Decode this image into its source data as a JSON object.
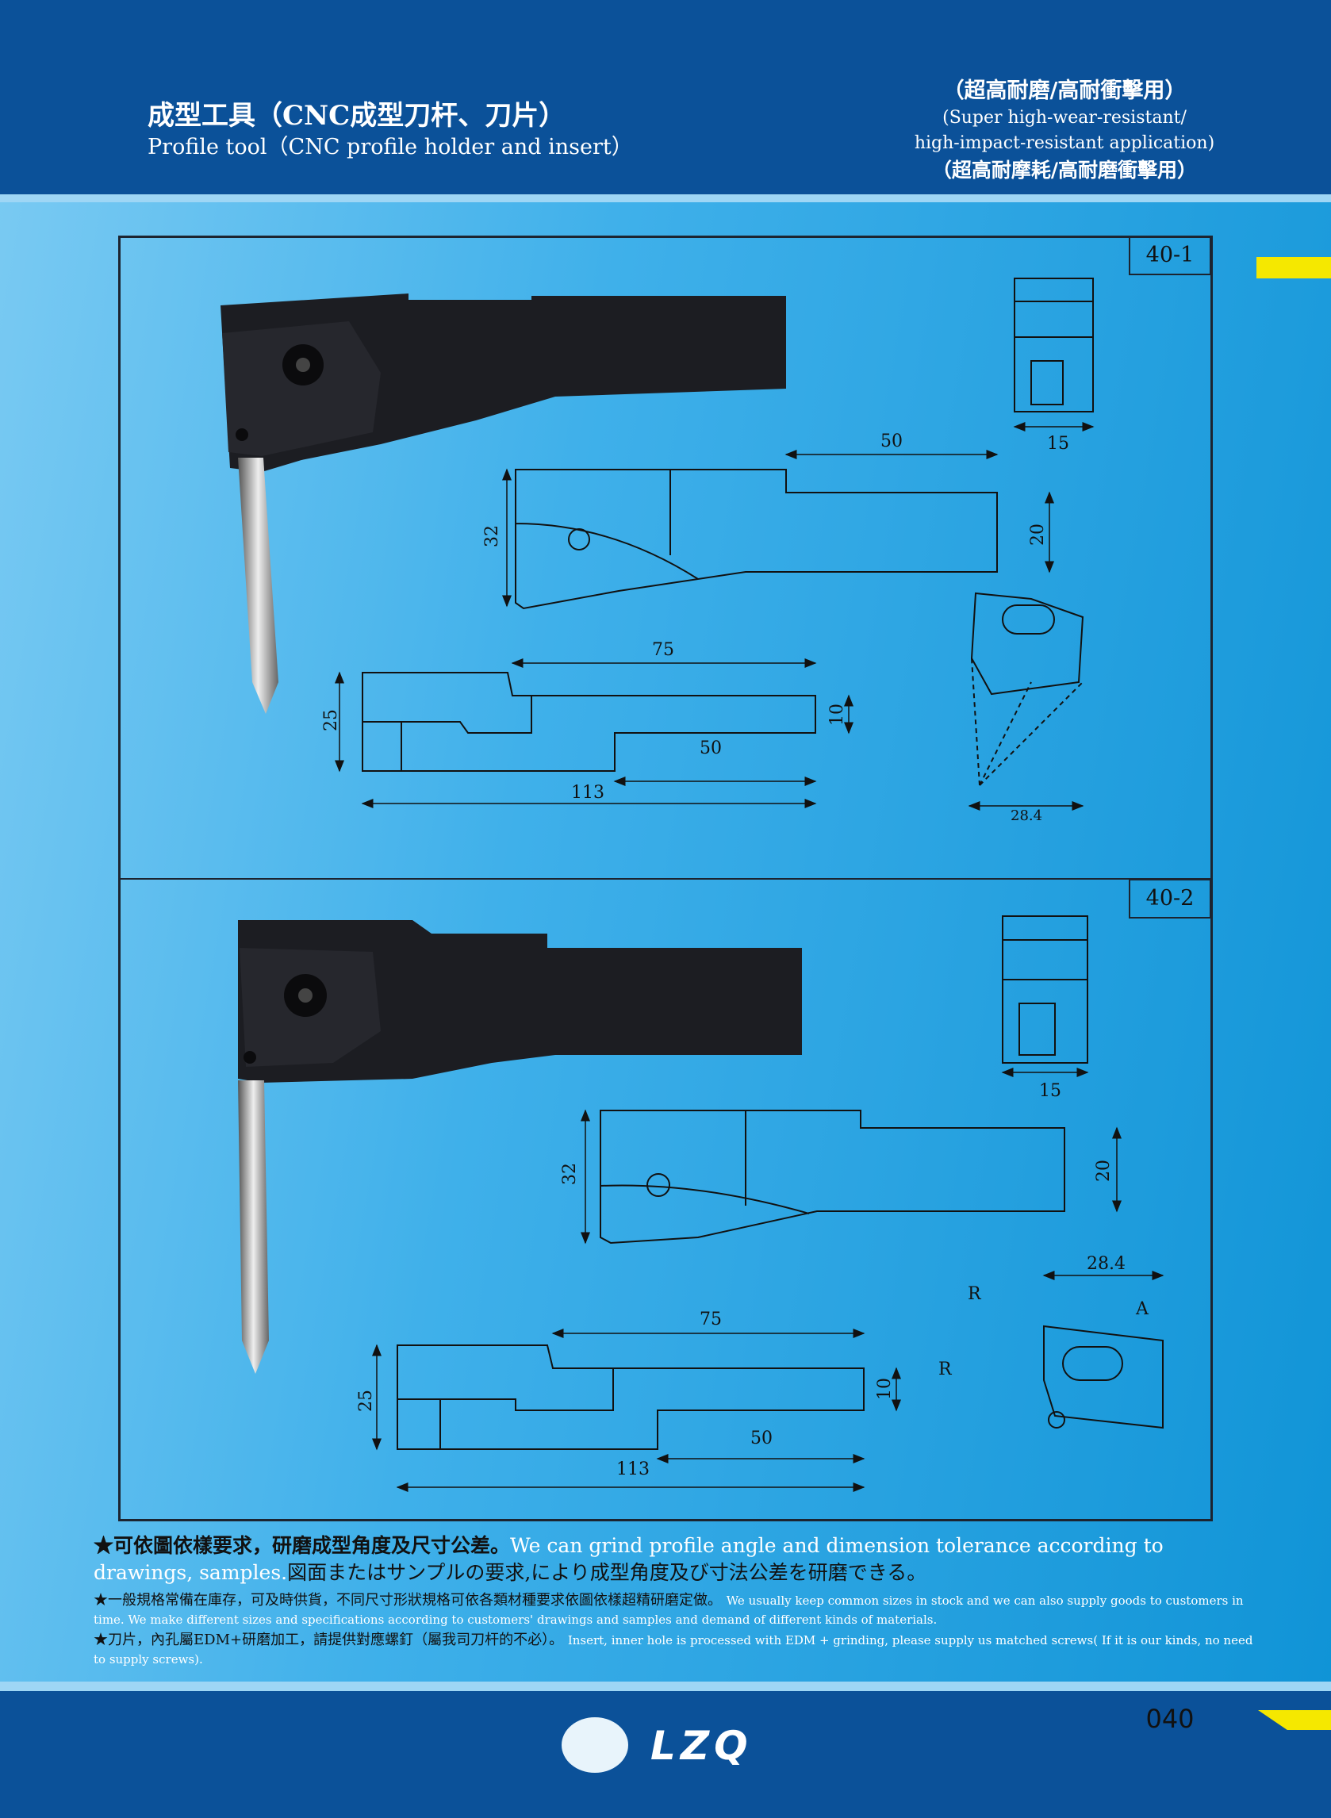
{
  "header": {
    "title_cn": "成型工具（CNC成型刀杆、刀片）",
    "title_en": "Profile tool（CNC profile holder and insert）",
    "right_line1": "（超高耐磨/高耐衝擊用）",
    "right_line2": "(Super high-wear-resistant/",
    "right_line3": "high-impact-resistant application)",
    "right_line4": "（超高耐摩耗/高耐磨衝擊用）"
  },
  "sections": [
    {
      "label": "40-1",
      "dims": {
        "d50_top": "50",
        "d32": "32",
        "d20": "20",
        "d75": "75",
        "d15": "15",
        "d25": "25",
        "d10": "10",
        "d50_bottom": "50",
        "d113": "113",
        "d28_4": "28.4"
      }
    },
    {
      "label": "40-2",
      "dims": {
        "d15": "15",
        "d32": "32",
        "d20": "20",
        "d75": "75",
        "d25": "25",
        "d10": "10",
        "d50": "50",
        "d113": "113",
        "d28_4": "28.4",
        "r1": "R",
        "r2": "R",
        "a": "A"
      }
    }
  ],
  "notes": {
    "line1_cn": "★可依圖依樣要求，研磨成型角度及尺寸公差。",
    "line1_en": "We can grind profile angle and dimension tolerance according to drawings, samples.",
    "line1_jp": "図面またはサンプルの要求,により成型角度及び寸法公差を研磨できる。",
    "line2_cn": "★一般規格常備在庫存，可及時供貨，不同尺寸形狀規格可依各類材種要求依圖依樣超精研磨定做。",
    "line2_en": "We usually keep common sizes in stock and we can also supply goods to customers in time. We make different sizes and specifications according to customers' drawings and samples and demand of different kinds of materials.",
    "line3_cn": "★刀片，內孔屬EDM+研磨加工，請提供對應螺釘（屬我司刀杆的不必）。",
    "line3_en": "Insert, inner hole is processed with EDM + grinding, please supply us matched screws( If it is our kinds, no need to supply screws)."
  },
  "footer": {
    "brand": "LZQ",
    "page": "040"
  },
  "colors": {
    "header": "#0b5199",
    "accent_yellow": "#f5e800",
    "stripe": "#9ed6f5"
  }
}
